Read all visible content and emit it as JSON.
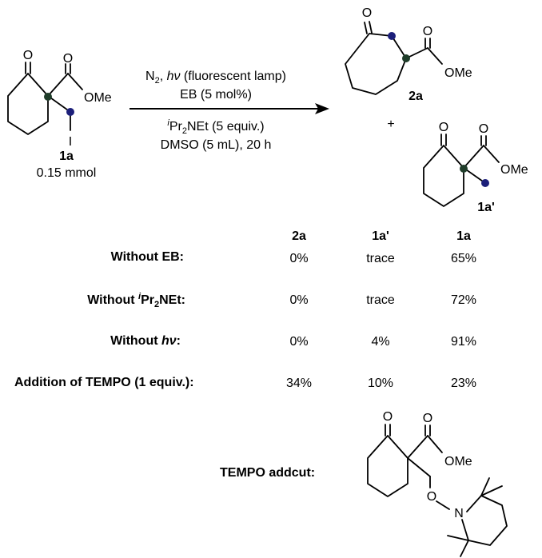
{
  "reaction": {
    "substrate": {
      "label": "1a",
      "amount": "0.15 mmol",
      "atoms": {
        "carbonyl_o": "O",
        "ester_o": "O",
        "ome": "OMe",
        "iodo": "I"
      }
    },
    "conditions": {
      "line1": {
        "n2": "N",
        "n2_sub": "2",
        "sep": ", ",
        "hv": "hν",
        "rest": " (fluorescent lamp)"
      },
      "line2": "EB (5 mol%)",
      "line3": {
        "sup": "i",
        "pr": "Pr",
        "sub": "2",
        "rest": "NEt (5 equiv.)"
      },
      "line4": "DMSO (5 mL), 20 h"
    },
    "products": [
      {
        "label": "2a",
        "atoms": {
          "ring_o": "O",
          "ester_o": "O",
          "ome": "OMe"
        }
      },
      {
        "label": "1a'",
        "atoms": {
          "carbonyl_o": "O",
          "ester_o": "O",
          "ome": "OMe"
        }
      }
    ],
    "plus": "+"
  },
  "results": {
    "columns": [
      "2a",
      "1a'",
      "1a"
    ],
    "rows": [
      {
        "condition": "Without EB:",
        "values": [
          "0%",
          "trace",
          "65%"
        ]
      },
      {
        "condition_parts": {
          "pre": "Without ",
          "sup": "i",
          "pr": "Pr",
          "sub": "2",
          "post": "NEt:"
        },
        "values": [
          "0%",
          "trace",
          "72%"
        ]
      },
      {
        "condition_parts": {
          "pre": "Without ",
          "hv": "hν",
          "post": ":"
        },
        "values": [
          "0%",
          "4%",
          "91%"
        ]
      },
      {
        "condition": "Addition of TEMPO (1 equiv.):",
        "values": [
          "34%",
          "10%",
          "23%"
        ]
      }
    ]
  },
  "adduct": {
    "label": "TEMPO addcut:",
    "atoms": {
      "carbonyl_o": "O",
      "ester_o": "O",
      "ome": "OMe",
      "ether_o": "O",
      "n": "N"
    }
  },
  "colors": {
    "carbon_dot_green": "#1f3d2a",
    "carbon_dot_blue": "#1c1f7a"
  }
}
